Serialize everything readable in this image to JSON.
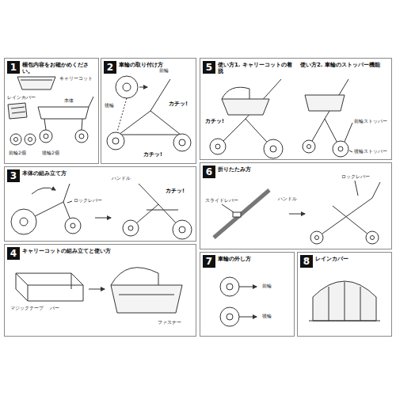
{
  "diagram": {
    "nodes": [
      {
        "text": [
          "梱包内容をお確かめください。"
        ]
      },
      {
        "text": [
          "1"
        ],
        "in": 0
      },
      {
        "text": [
          "車輪の取り付け方"
        ]
      },
      {
        "text": [
          "2"
        ],
        "in": 2
      },
      {
        "text": [
          "本体の組み立て方"
        ]
      },
      {
        "text": [
          "3"
        ],
        "in": 4
      },
      {
        "text": [
          "キャリーコットの組み立てと使い方"
        ]
      },
      {
        "text": [
          "4"
        ],
        "in": 6
      },
      {
        "text": [
          "使い方1. キャリーコットの着脱",
          "使い方2. 車輪のストッパー機能"
        ]
      },
      {
        "text": [
          "5"
        ],
        "in": 8
      },
      {
        "text": [
          "折りたたみ方"
        ]
      },
      {
        "text": [
          "6"
        ],
        "in": 10
      },
      {
        "text": [
          "車輪の外し方"
        ]
      },
      {
        "text": [
          "7"
        ],
        "in": 12
      },
      {
        "text": [
          "レインカバー"
        ]
      },
      {
        "text": [
          "8"
        ],
        "in": 14
      }
    ],
    "labels": [
      "キャリーコット",
      "本体",
      "レインカバー",
      "前輪2個",
      "後輪2個",
      "前輪",
      "後輪",
      "カチッ!",
      "カチッ!",
      "ロックレバー",
      "カチッ!",
      "ハンドル",
      "マジックテープ",
      "バー",
      "ファスナー",
      "カチッ!",
      "前輪ストッパー",
      "後輪ストッパー",
      "スライドレバー",
      "ハンドル",
      "ロックレバー",
      "前輪",
      "後輪"
    ]
  }
}
